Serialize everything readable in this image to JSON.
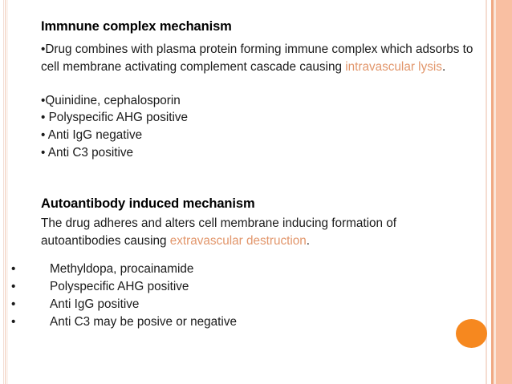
{
  "slide": {
    "colors": {
      "highlight_text": "#e2966b",
      "accent_dot": "#f6881f",
      "edge_band": "#f9bfa2",
      "edge_accent": "#f0a882",
      "body_text": "#1a1a1a",
      "background": "#ffffff"
    },
    "sections": [
      {
        "heading": "Immnune complex mechanism",
        "paragraph_parts": {
          "lead": "•Drug combines with plasma protein forming immune complex which adsorbs to cell membrane activating complement cascade causing ",
          "highlight": "intravascular lysis",
          "tail": "."
        },
        "bullets": [
          "•Quinidine, cephalosporin",
          "• Polyspecific AHG positive",
          "• Anti IgG negative",
          "• Anti C3 positive"
        ]
      },
      {
        "heading": "Autoantibody induced mechanism",
        "paragraph_parts": {
          "lead": "The drug adheres and alters cell membrane inducing formation of autoantibodies causing ",
          "highlight": "extravascular destruction",
          "tail": "."
        },
        "bullets": [
          {
            "mark": "•",
            "text": "Methyldopa, procainamide"
          },
          {
            "mark": "•",
            "text": "Polyspecific AHG positive"
          },
          {
            "mark": "•",
            "text": "Anti IgG positive"
          },
          {
            "mark": "•",
            "text": "Anti C3 may be posive or negative"
          }
        ]
      }
    ]
  }
}
